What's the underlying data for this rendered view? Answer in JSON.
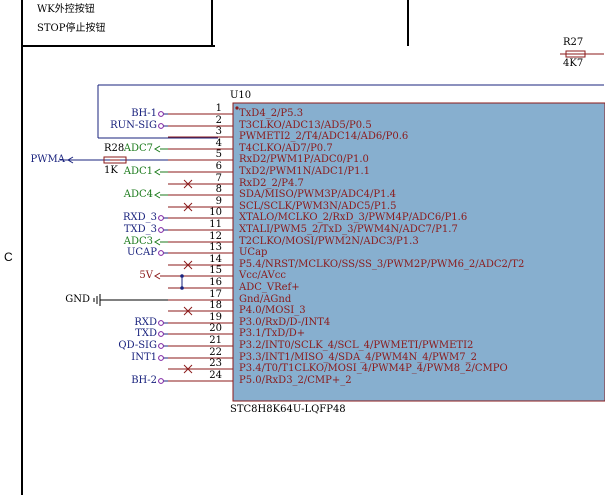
{
  "table_rows": [
    "WK外控按钮",
    "STOP停止按钮"
  ],
  "zone_label": "C",
  "r27": {
    "ref": "R27",
    "value": "4K7"
  },
  "r28": {
    "ref": "R28",
    "value": "1K"
  },
  "chip": {
    "ref": "U10",
    "part": "STC8H8K64U-LQFP48",
    "fill_color": "#87AFCF",
    "pins": [
      {
        "num": "1",
        "name": "TxD4_2/P5.3",
        "net": "BH-1",
        "kind": "port"
      },
      {
        "num": "2",
        "name": "T3CLKO/ADC13/AD5/P0.5",
        "net": "RUN-SIG",
        "kind": "port"
      },
      {
        "num": "3",
        "name": "PWMETI2_2/T4/ADC14/AD6/P0.6",
        "net": "",
        "kind": "wire"
      },
      {
        "num": "4",
        "name": "T4CLKO/AD7/P0.7",
        "net": "ADC7",
        "kind": "analog"
      },
      {
        "num": "5",
        "name": "RxD2/PWM1P/ADC0/P1.0",
        "net": "",
        "kind": "resistor"
      },
      {
        "num": "6",
        "name": "TxD2/PWM1N/ADC1/P1.1",
        "net": "ADC1",
        "kind": "analog"
      },
      {
        "num": "7",
        "name": "RxD2_2/P4.7",
        "net": "",
        "kind": "nc"
      },
      {
        "num": "8",
        "name": "SDA/MISO/PWM3P/ADC4/P1.4",
        "net": "ADC4",
        "kind": "analog"
      },
      {
        "num": "9",
        "name": "SCL/SCLK/PWM3N/ADC5/P1.5",
        "net": "",
        "kind": "nc"
      },
      {
        "num": "10",
        "name": "XTALO/MCLKO_2/RxD_3/PWM4P/ADC6/P1.6",
        "net": "RXD_3",
        "kind": "port"
      },
      {
        "num": "11",
        "name": "XTALI/PWM5_2/TxD_3/PWM4N/ADC7/P1.7",
        "net": "TXD_3",
        "kind": "port"
      },
      {
        "num": "12",
        "name": "T2CLKO/MOSI/PWM2N/ADC3/P1.3",
        "net": "ADC3",
        "kind": "analog"
      },
      {
        "num": "13",
        "name": "UCap",
        "net": "UCAP",
        "kind": "port"
      },
      {
        "num": "14",
        "name": "P5.4/NRST/MCLKO/SS/SS_3/PWM2P/PWM6_2/ADC2/T2",
        "net": "",
        "kind": "nc"
      },
      {
        "num": "15",
        "name": "Vcc/AVcc",
        "net": "",
        "kind": "power"
      },
      {
        "num": "16",
        "name": "ADC_VRef+",
        "net": "",
        "kind": "power"
      },
      {
        "num": "17",
        "name": "Gnd/AGnd",
        "net": "",
        "kind": "gnd"
      },
      {
        "num": "18",
        "name": "P4.0/MOSI_3",
        "net": "",
        "kind": "nc"
      },
      {
        "num": "19",
        "name": "P3.0/RxD/D-/INT4",
        "net": "RXD",
        "kind": "port"
      },
      {
        "num": "20",
        "name": "P3.1/TxD/D+",
        "net": "TXD",
        "kind": "port"
      },
      {
        "num": "21",
        "name": "P3.2/INT0/SCLK_4/SCL_4/PWMETI/PWMETI2",
        "net": "QD-SIG",
        "kind": "port"
      },
      {
        "num": "22",
        "name": "P3.3/INT1/MISO_4/SDA_4/PWM4N_4/PWM7_2",
        "net": "INT1",
        "kind": "port"
      },
      {
        "num": "23",
        "name": "P3.4/T0/T1CLKO/MOSI_4/PWM4P_4/PWM8_2/CMPO",
        "net": "",
        "kind": "nc"
      },
      {
        "num": "24",
        "name": "P5.0/RxD3_2/CMP+_2",
        "net": "BH-2",
        "kind": "port"
      }
    ]
  },
  "pwma_net": "PWMA",
  "vcc_net": "5V",
  "gnd_net": "GND"
}
